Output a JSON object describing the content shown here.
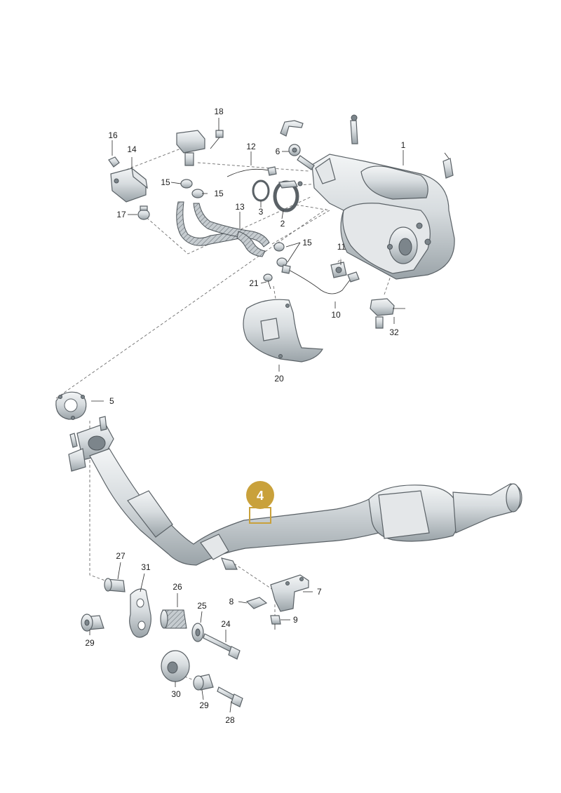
{
  "diagram": {
    "highlight": {
      "label": "4",
      "color": "#c9a13b"
    },
    "labels": {
      "p1": "1",
      "p2": "2",
      "p3": "3",
      "p5": "5",
      "p6": "6",
      "p7": "7",
      "p8": "8",
      "p9": "9",
      "p10": "10",
      "p11": "11",
      "p12": "12",
      "p13": "13",
      "p14": "14",
      "p15a": "15",
      "p15b": "15",
      "p15c": "15",
      "p16": "16",
      "p17": "17",
      "p18": "18",
      "p20": "20",
      "p21": "21",
      "p24": "24",
      "p25": "25",
      "p26": "26",
      "p27": "27",
      "p28": "28",
      "p29a": "29",
      "p29b": "29",
      "p30": "30",
      "p31": "31",
      "p32": "32"
    }
  }
}
